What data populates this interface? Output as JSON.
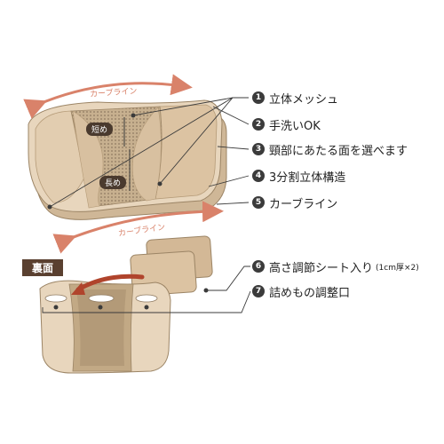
{
  "colors": {
    "pillow_base": "#e8d6bd",
    "pillow_panel": "#dcc3a2",
    "mesh": "#b7a083",
    "curve_arrow": "#d9826a",
    "tag_bg": "#5a4030",
    "badge": "#3b3b3b"
  },
  "diagram": {
    "curve_top_label": "カーブライン",
    "curve_bottom_label": "カーブライン",
    "short_label": "短め",
    "long_label": "長め",
    "back_tag": "裏面"
  },
  "features": [
    {
      "num": "1",
      "label": "立体メッシュ"
    },
    {
      "num": "2",
      "label": "手洗いOK"
    },
    {
      "num": "3",
      "label": "頸部にあたる面を選べます"
    },
    {
      "num": "4",
      "label": "3分割立体構造"
    },
    {
      "num": "5",
      "label": "カーブライン"
    },
    {
      "num": "6",
      "label": "高さ調節シート入り",
      "note": "(1cm厚×2)"
    },
    {
      "num": "7",
      "label": "詰めもの調整口"
    }
  ]
}
